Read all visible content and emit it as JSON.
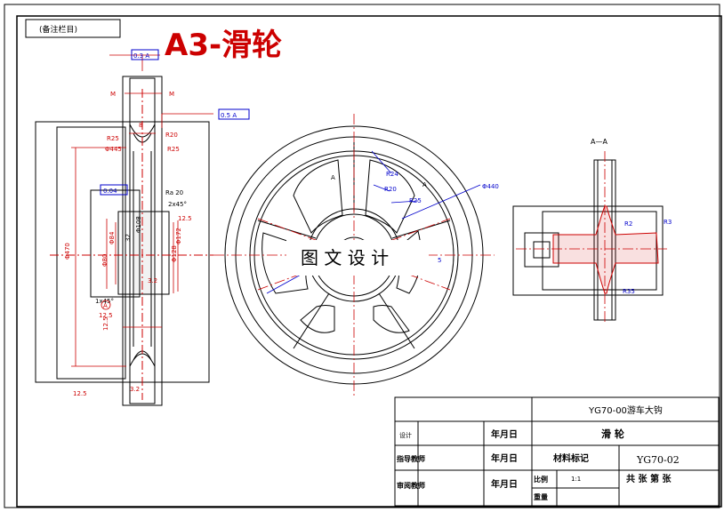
{
  "drawing": {
    "heading": "A3-滑轮",
    "stamp": "(备注栏目)",
    "watermark": "图 文 设 计"
  },
  "section_view": {
    "label": "A—A",
    "dims": [
      "R2",
      "R3",
      "R35"
    ]
  },
  "front_view": {
    "dims": [
      "A",
      "A",
      "R24",
      "R20",
      "R25",
      "5",
      "Φ440"
    ]
  },
  "side_view": {
    "tolerance_labels": [
      "0.3 A",
      "0.5 A",
      "0.04"
    ],
    "dims": [
      "Φ470",
      "Φ445",
      "R25",
      "R20",
      "R25",
      "Φ80",
      "Φ84",
      "32",
      "Φ108",
      "Φ128",
      "Φ172",
      "2x45°",
      "1x45°",
      "12.5",
      "12.5",
      "12.5",
      "12.5",
      "8",
      "3.2",
      "3.2",
      "A",
      "M",
      "M",
      "Ra 20"
    ]
  },
  "title_block": {
    "project": "YG70-00游车大钩",
    "part_name": "滑  轮",
    "drawing_no": "YG70-02",
    "scale": "1:1",
    "rows": [
      {
        "label": "设计",
        "date": "年月日"
      },
      {
        "label": "指导教师",
        "date": "年月日"
      },
      {
        "label": "审阅教师",
        "date": "年月日"
      }
    ],
    "material_label": "材料标记",
    "scale_label": "比例",
    "weight_label": "重量",
    "sheets_label": "共  张  第  张"
  },
  "colors": {
    "outline": "#000000",
    "dimension": "#cc0000",
    "leader": "#0000cc"
  }
}
